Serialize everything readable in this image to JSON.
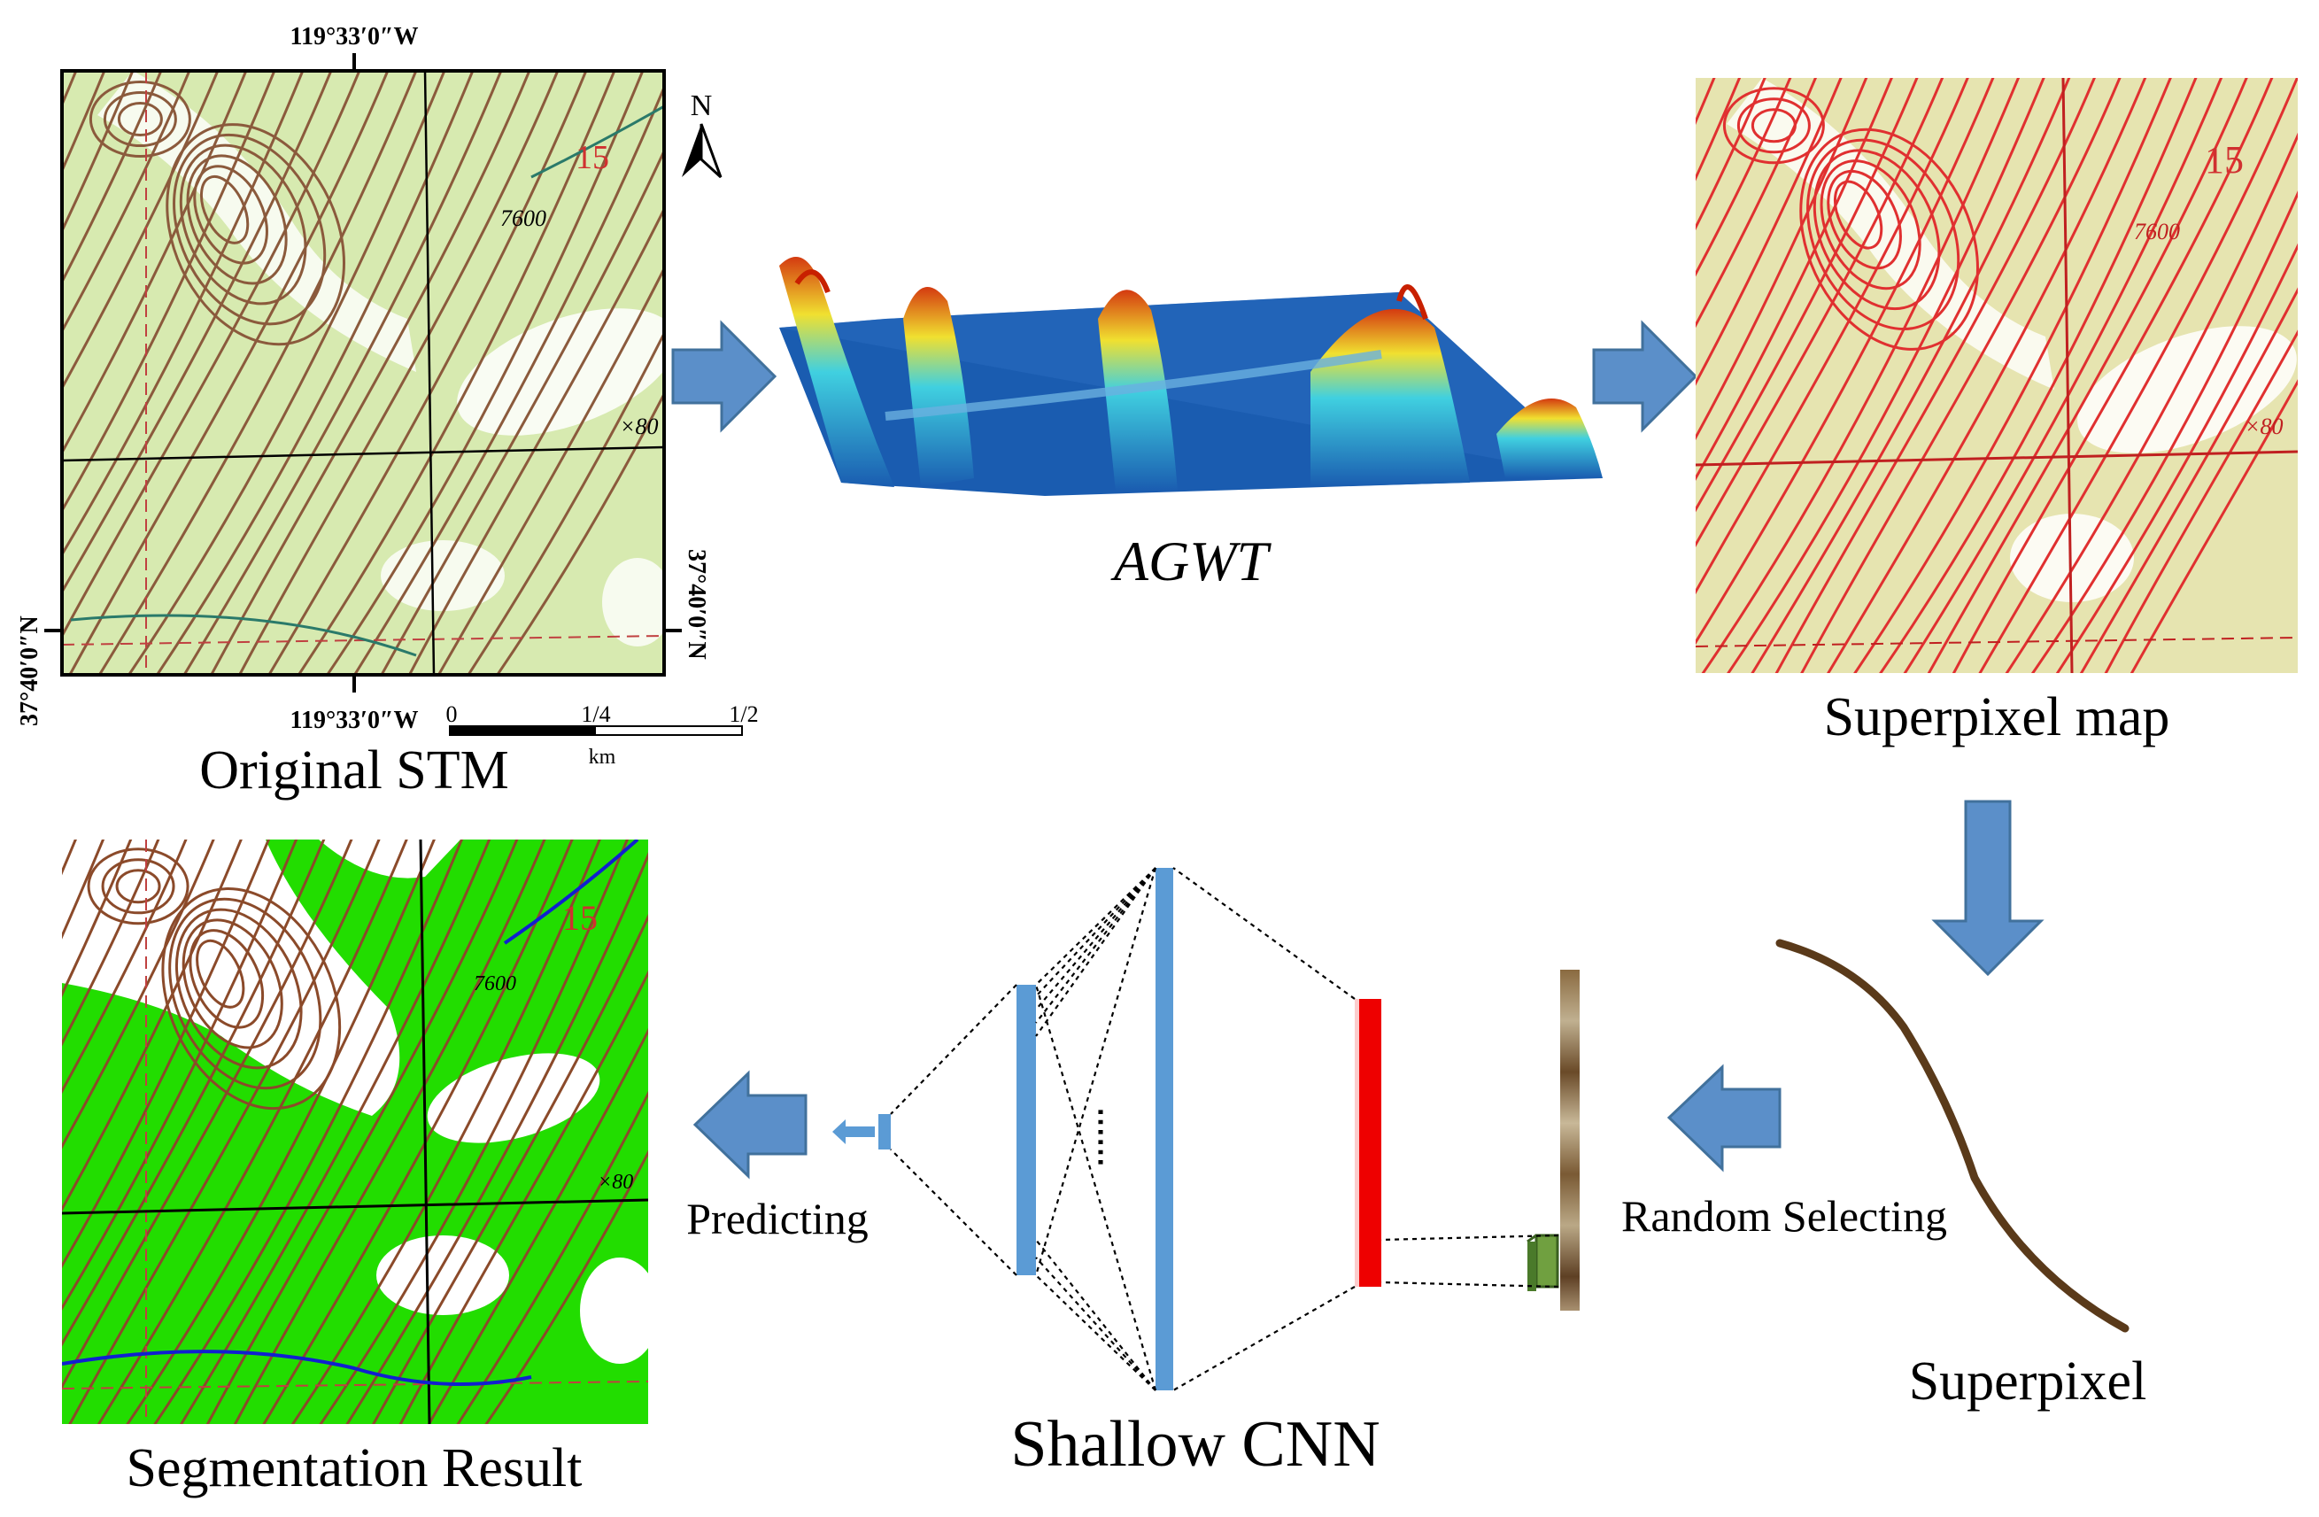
{
  "captions": {
    "original_stm": "Original  STM",
    "agwt": "AGWT",
    "superpixel_map": "Superpixel  map",
    "superpixel": "Superpixel",
    "random_selecting": "Random Selecting",
    "shallow_cnn": "Shallow  CNN",
    "predicting": "Predicting",
    "segmentation_result": "Segmentation  Result"
  },
  "map_labels": {
    "longitude_top": "119°33′0″W",
    "longitude_bottom": "119°33′0″W",
    "latitude_left": "37°40′0″N",
    "latitude_right": "37°40′0″N",
    "north": "N",
    "contour_elevation": "7600",
    "section_number": "15",
    "spot_height": "×80",
    "scale_0": "0",
    "scale_quarter": "1/4",
    "scale_half": "1/2",
    "scale_unit": "km"
  },
  "cnn_dots": "⋯⋯",
  "colors": {
    "arrow_fill": "#5b8fc9",
    "arrow_stroke": "#41719c",
    "map_green": "#d7eab0",
    "contour_brown": "#8b5a3c",
    "superpixel_red": "#e03030",
    "seg_green": "#22dd00",
    "cnn_blue": "#5b9bd5",
    "cnn_red": "#ee0000",
    "patch_green": "#70a040"
  }
}
